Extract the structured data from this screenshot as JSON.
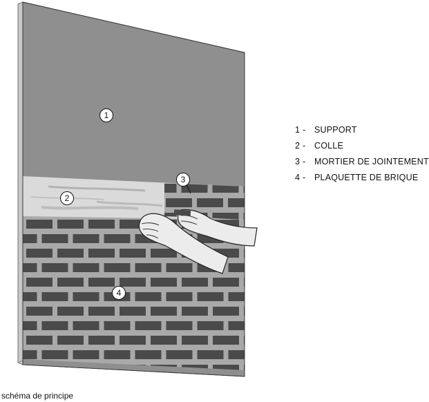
{
  "callouts": [
    "1",
    "2",
    "3",
    "4"
  ],
  "legend": [
    {
      "number": "1",
      "label": "SUPPORT"
    },
    {
      "number": "2",
      "label": "COLLE"
    },
    {
      "number": "3",
      "label": "MORTIER DE JOINTEMENT"
    },
    {
      "number": "4",
      "label": "PLAQUETTE DE BRIQUE"
    }
  ],
  "legend_separator": "-",
  "caption": "schéma de principe",
  "colors": {
    "support": "#8f8f8f",
    "support_edge": "#bdbdbd",
    "colle": "#d9d9d9",
    "mortier": "#a9a9a9",
    "brique": "#4a4a4a",
    "hand": "#e8e8e8"
  }
}
